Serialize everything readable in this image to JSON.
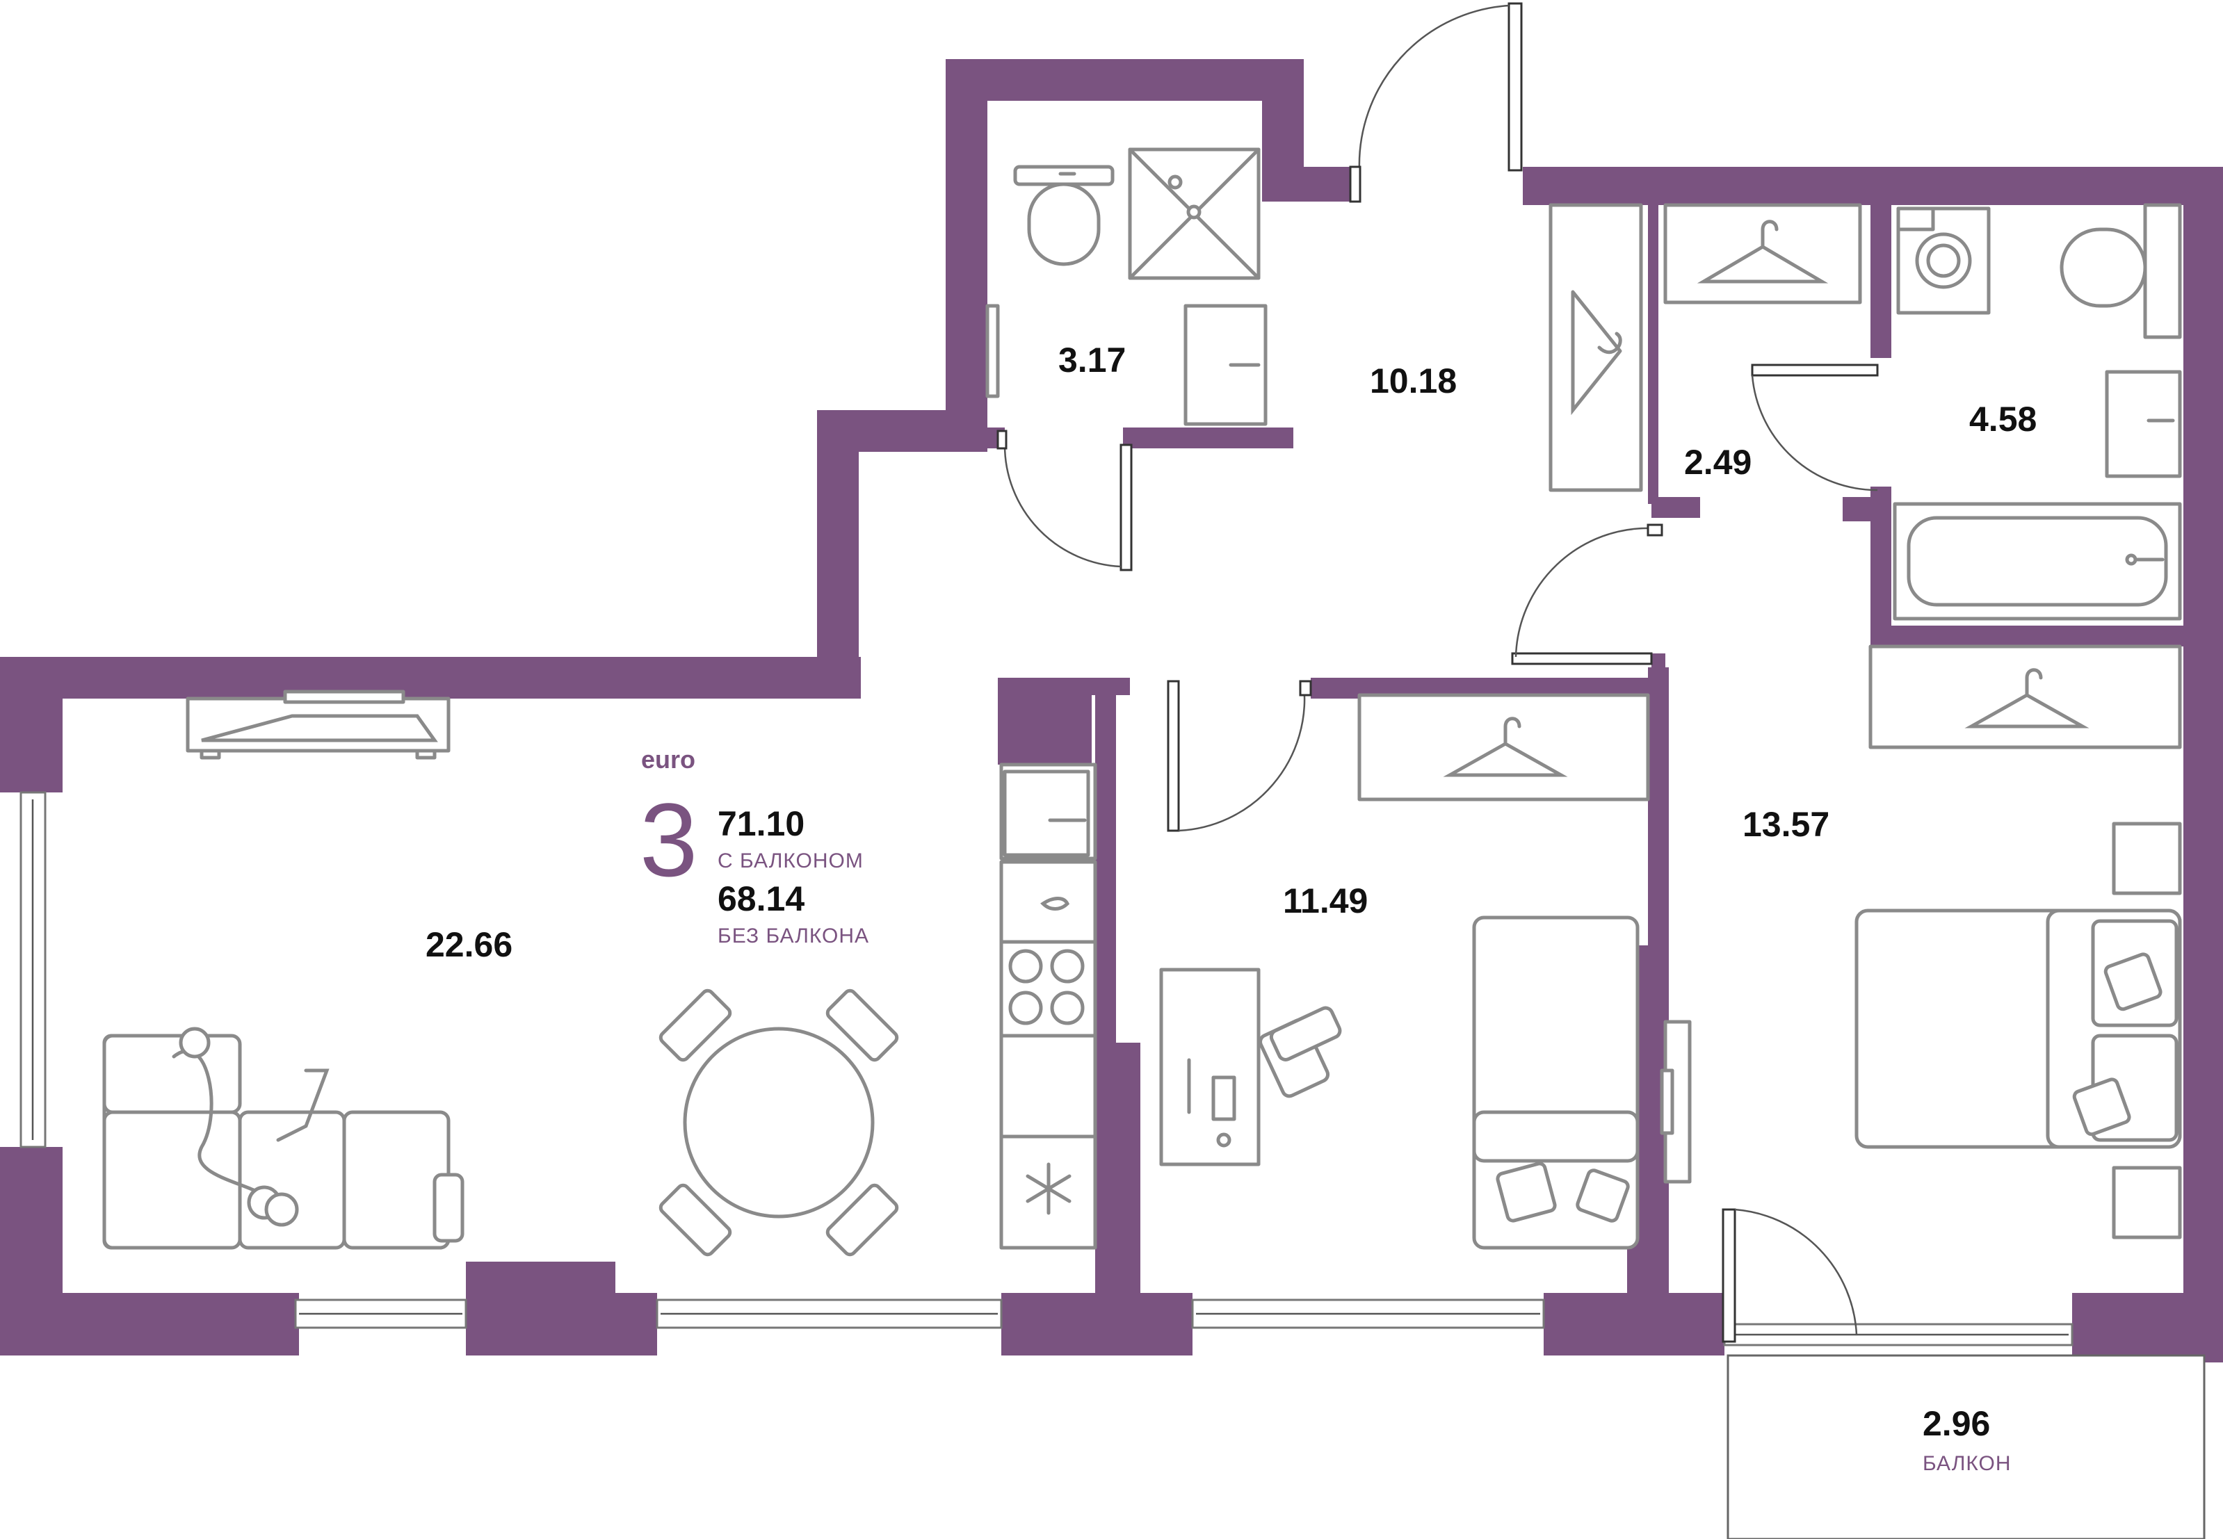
{
  "colors": {
    "wall": "#7a5380",
    "furniture": "#8a8a8a",
    "text": "#111111",
    "accent": "#7a5380"
  },
  "apartment": {
    "class": "euro",
    "rooms": "3",
    "area_with_balcony": "71.10",
    "with_balcony_label": "С БАЛКОНОМ",
    "area_without_balcony": "68.14",
    "without_balcony_label": "БЕЗ БАЛКОНА"
  },
  "rooms": {
    "living": "22.66",
    "bathroom_small": "3.17",
    "hallway": "10.18",
    "closet": "2.49",
    "bathroom_large": "4.58",
    "bedroom": "11.49",
    "master_bedroom": "13.57",
    "balcony": "2.96",
    "balcony_label": "БАЛКОН"
  },
  "icons": [
    "hanger-icon",
    "snowflake-icon",
    "tv-icon",
    "sofa-icon",
    "bed-icon",
    "desk-icon",
    "bathtub-icon",
    "toilet-icon",
    "shower-icon",
    "washing-machine-icon",
    "stove-icon",
    "sink-icon",
    "dining-table-icon"
  ]
}
